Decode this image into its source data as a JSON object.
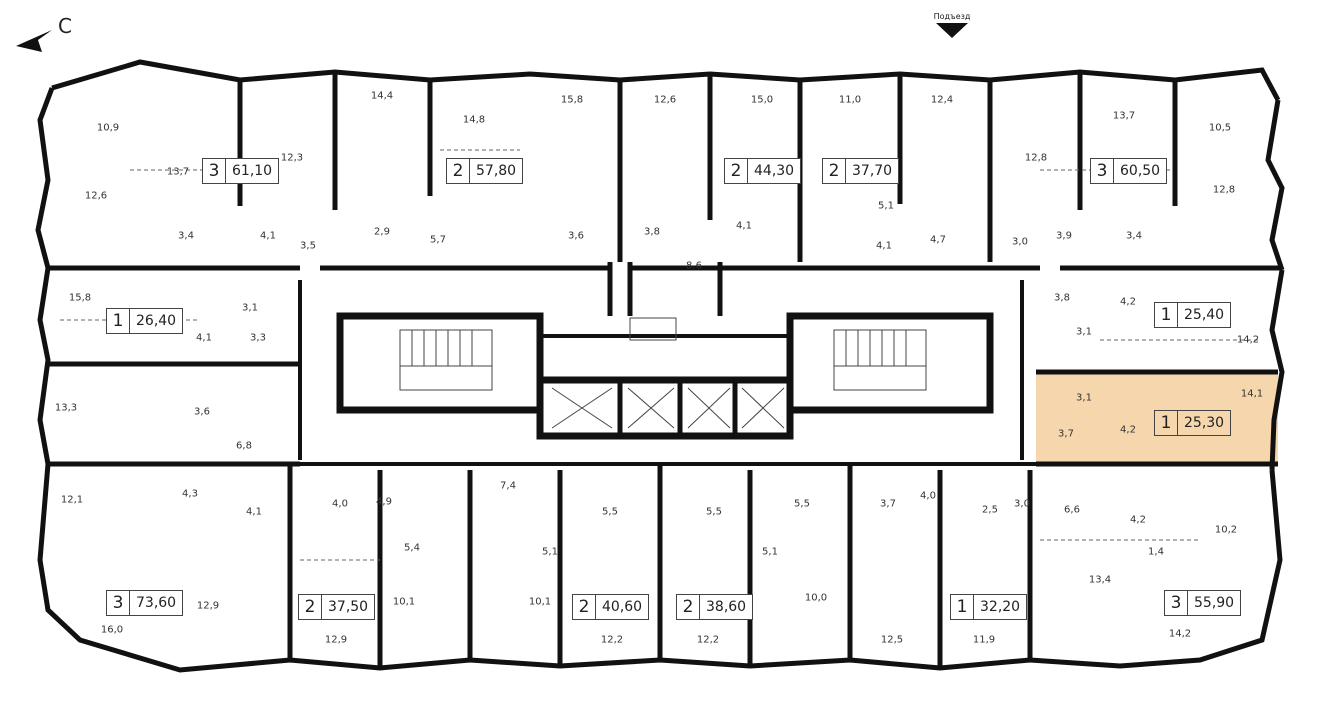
{
  "north_label": "С",
  "entrance_label": "Подъезд",
  "highlight_color": "#f6d6ad",
  "wall_color": "#111111",
  "apartments": [
    {
      "rooms": "3",
      "area": "61,10"
    },
    {
      "rooms": "2",
      "area": "57,80"
    },
    {
      "rooms": "2",
      "area": "44,30"
    },
    {
      "rooms": "2",
      "area": "37,70"
    },
    {
      "rooms": "3",
      "area": "60,50"
    },
    {
      "rooms": "1",
      "area": "26,40"
    },
    {
      "rooms": "1",
      "area": "25,40"
    },
    {
      "rooms": "1",
      "area": "25,30"
    },
    {
      "rooms": "3",
      "area": "73,60"
    },
    {
      "rooms": "2",
      "area": "37,50"
    },
    {
      "rooms": "2",
      "area": "40,60"
    },
    {
      "rooms": "2",
      "area": "38,60"
    },
    {
      "rooms": "1",
      "area": "32,20"
    },
    {
      "rooms": "3",
      "area": "55,90"
    }
  ],
  "selected_apartment": "1 25,30",
  "room_areas": [
    "10,9",
    "13,7",
    "12,3",
    "14,4",
    "14,8",
    "15,8",
    "12,6",
    "15,0",
    "11,0",
    "12,4",
    "12,8",
    "13,7",
    "10,5",
    "12,6",
    "3,4",
    "4,1",
    "3,5",
    "2,9",
    "5,7",
    "3,6",
    "3,8",
    "8,6",
    "4,1",
    "4,1",
    "5,1",
    "4,7",
    "3,0",
    "3,9",
    "3,4",
    "12,8",
    "15,8",
    "3,1",
    "4,1",
    "3,3",
    "3,8",
    "4,2",
    "3,1",
    "14,2",
    "13,3",
    "3,6",
    "6,8",
    "3,1",
    "14,1",
    "3,7",
    "4,2",
    "12,1",
    "4,3",
    "4,1",
    "4,0",
    "4,9",
    "7,4",
    "5,5",
    "5,5",
    "5,5",
    "3,7",
    "4,0",
    "2,5",
    "3,0",
    "6,6",
    "4,2",
    "10,2",
    "5,4",
    "5,1",
    "5,1",
    "1,4",
    "12,9",
    "10,1",
    "10,1",
    "10,0",
    "13,4",
    "16,0",
    "12,9",
    "12,2",
    "12,2",
    "12,5",
    "11,9",
    "14,2"
  ]
}
